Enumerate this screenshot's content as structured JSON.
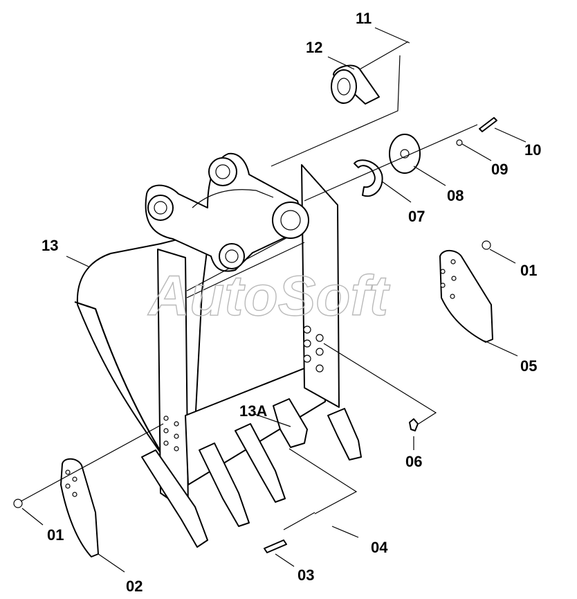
{
  "watermark": "AutoSoft",
  "labels": {
    "p01a": "01",
    "p01b": "01",
    "p02": "02",
    "p03": "03",
    "p04": "04",
    "p05": "05",
    "p06": "06",
    "p07": "07",
    "p08": "08",
    "p09": "09",
    "p10": "10",
    "p11": "11",
    "p12": "12",
    "p13": "13",
    "p13a": "13A"
  }
}
